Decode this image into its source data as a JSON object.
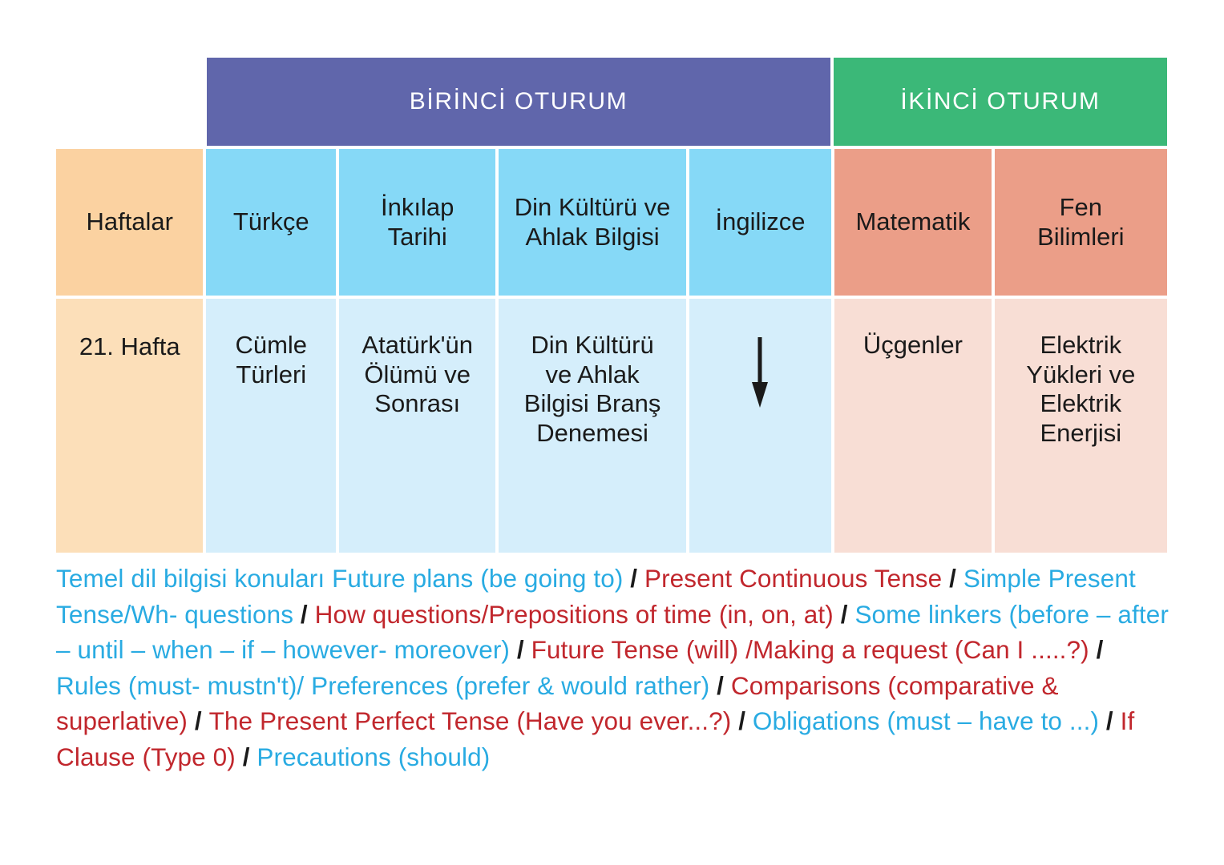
{
  "sessions": {
    "first": "BİRİNCİ OTURUM",
    "second": "İKİNCİ OTURUM"
  },
  "table": {
    "headers": {
      "weeks": "Haftalar",
      "turkce": "Türkçe",
      "inkilap": "İnkılap\nTarihi",
      "din": "Din Kültürü ve\nAhlak Bilgisi",
      "ingilizce": "İngilizce",
      "matematik": "Matematik",
      "fen": "Fen\nBilimleri"
    },
    "rows": [
      {
        "week": "21. Hafta",
        "turkce": "Cümle\nTürleri",
        "inkilap": "Atatürk'ün\nÖlümü ve\nSonrası",
        "din": "Din Kültürü\nve Ahlak\nBilgisi Branş\nDenemesi",
        "ingilizce_icon": "down-arrow-icon",
        "matematik": "Üçgenler",
        "fen": "Elektrik\nYükleri ve\nElektrik\nEnerjisi"
      }
    ]
  },
  "notes": {
    "segments": [
      {
        "color": "blue",
        "text": "Temel dil bilgisi konuları Future plans (be going to)"
      },
      {
        "color": "sep",
        "text": " / "
      },
      {
        "color": "red",
        "text": "Present Continuous Tense"
      },
      {
        "color": "sep",
        "text": " / "
      },
      {
        "color": "blue",
        "text": "Simple Present Tense/Wh- questions"
      },
      {
        "color": "sep",
        "text": " / "
      },
      {
        "color": "red",
        "text": "How questions/Prepositions of time (in, on, at)"
      },
      {
        "color": "sep",
        "text": " / "
      },
      {
        "color": "blue",
        "text": "Some linkers (before – after – until – when – if – however- moreover)"
      },
      {
        "color": "sep",
        "text": " / "
      },
      {
        "color": "red",
        "text": "Future Tense (will) /Making a request (Can I .....?)"
      },
      {
        "color": "sep",
        "text": " / "
      },
      {
        "color": "blue",
        "text": "Rules (must- mustn't)/ Preferences (prefer & would rather)"
      },
      {
        "color": "sep",
        "text": " / "
      },
      {
        "color": "red",
        "text": "Comparisons (comparative & superlative)"
      },
      {
        "color": "sep",
        "text": " / "
      },
      {
        "color": "red",
        "text": "The Present Perfect Tense (Have you ever...?)"
      },
      {
        "color": "sep",
        "text": " / "
      },
      {
        "color": "blue",
        "text": "Obligations (must – have to ...)"
      },
      {
        "color": "sep",
        "text": " / "
      },
      {
        "color": "red",
        "text": "If Clause (Type 0)"
      },
      {
        "color": "sep",
        "text": " / "
      },
      {
        "color": "blue",
        "text": "Precautions (should)"
      }
    ]
  },
  "colors": {
    "session_first_bg": "#6066ab",
    "session_second_bg": "#3bb878",
    "week_header_bg": "#fbd2a1",
    "week_body_bg": "#fcdfb9",
    "blue_header_bg": "#86d9f7",
    "blue_body_bg": "#d5eefb",
    "salmon_header_bg": "#eb9e88",
    "salmon_body_bg": "#f8ded5",
    "notes_blue": "#29abe2",
    "notes_red": "#c1272d"
  }
}
